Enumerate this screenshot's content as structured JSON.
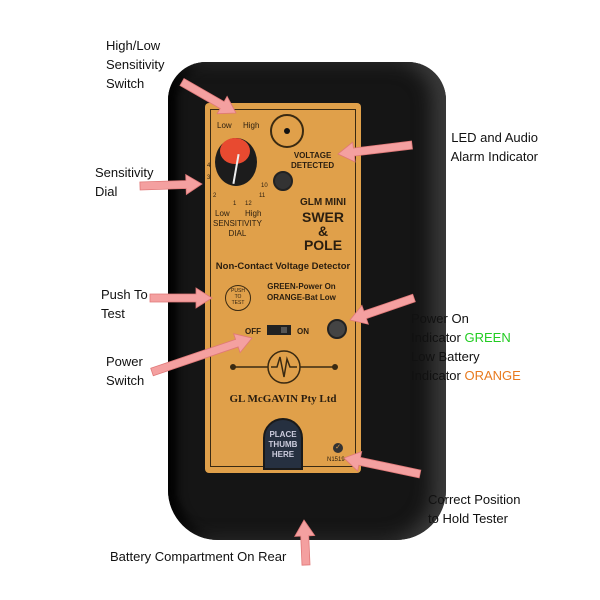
{
  "callouts": {
    "switch": [
      "High/Low",
      "Sensitivity",
      "Switch"
    ],
    "dial": [
      "Sensitivity",
      "Dial"
    ],
    "led": [
      "LED and Audio",
      "Alarm Indicator"
    ],
    "push": [
      "Push To",
      "Test"
    ],
    "power": [
      "Power",
      "Switch"
    ],
    "indicator": {
      "l1": "Power On",
      "l2a": "Indicator ",
      "l2b": "GREEN",
      "l3": "Low Battery",
      "l4a": "Indicator ",
      "l4b": "ORANGE"
    },
    "hold": [
      "Correct Position",
      "to Hold Tester"
    ],
    "battery": "Battery Compartment On Rear"
  },
  "device": {
    "low": "Low",
    "high": "High",
    "voltage": "VOLTAGE",
    "detected": "DETECTED",
    "dial_numbers": [
      "4",
      "3",
      "2",
      "1",
      "12",
      "11",
      "10"
    ],
    "dial_low": "Low",
    "dial_high": "High",
    "sens1": "SENSITIVITY",
    "sens2": "DIAL",
    "model1": "GLM MINI",
    "model2": "SWER",
    "model3": "&",
    "model4": "POLE",
    "subtitle": "Non-Contact Voltage Detector",
    "push": [
      "PUSH",
      "TO",
      "TEST"
    ],
    "green_line": "GREEN-Power On",
    "orange_line": "ORANGE-Bat Low",
    "off": "OFF",
    "on": "ON",
    "brand": "GL McGAVIN Pty Ltd",
    "thumb": [
      "PLACE",
      "THUMB",
      "HERE"
    ],
    "cert": "N1519"
  },
  "colors": {
    "green": "#22cc22",
    "orange": "#e87a1e",
    "panel": "#e0a04a",
    "arrow": "#f4a0a0"
  }
}
